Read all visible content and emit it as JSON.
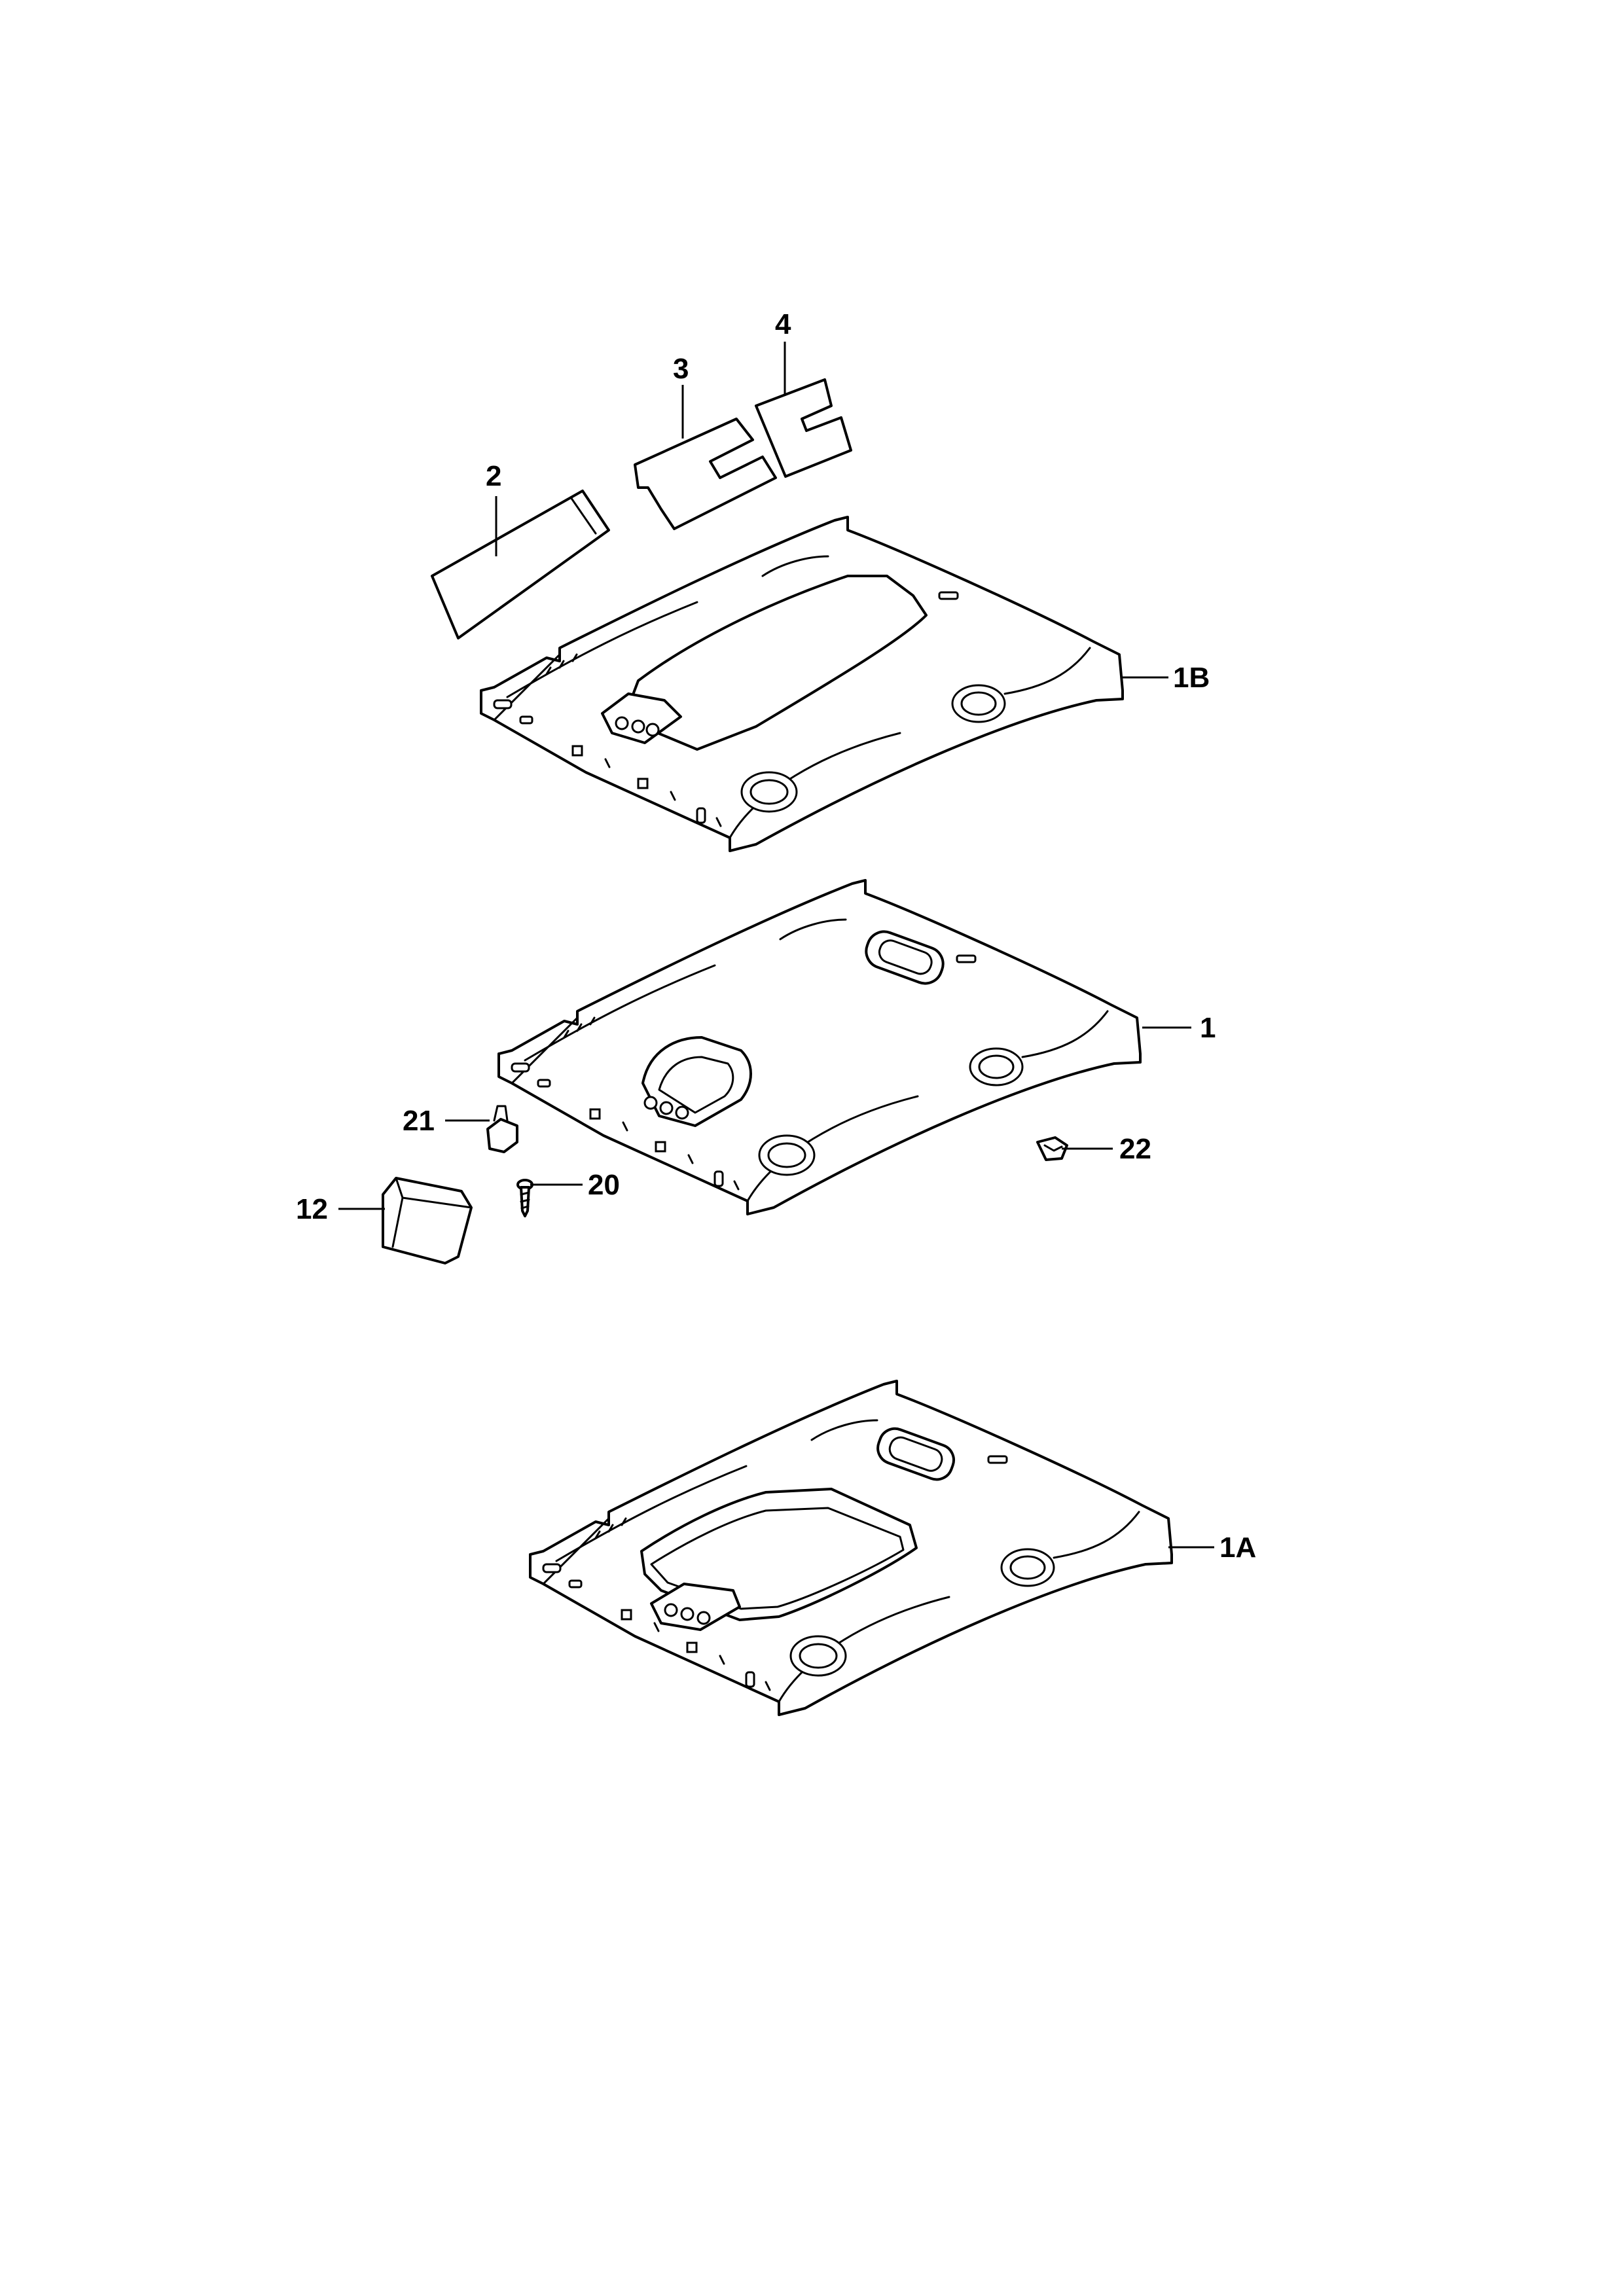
{
  "callouts": {
    "c2": "2",
    "c3": "3",
    "c4": "4",
    "c1B": "1B",
    "c1": "1",
    "c21": "21",
    "c22": "22",
    "c12": "12",
    "c20": "20",
    "c1A": "1A"
  }
}
